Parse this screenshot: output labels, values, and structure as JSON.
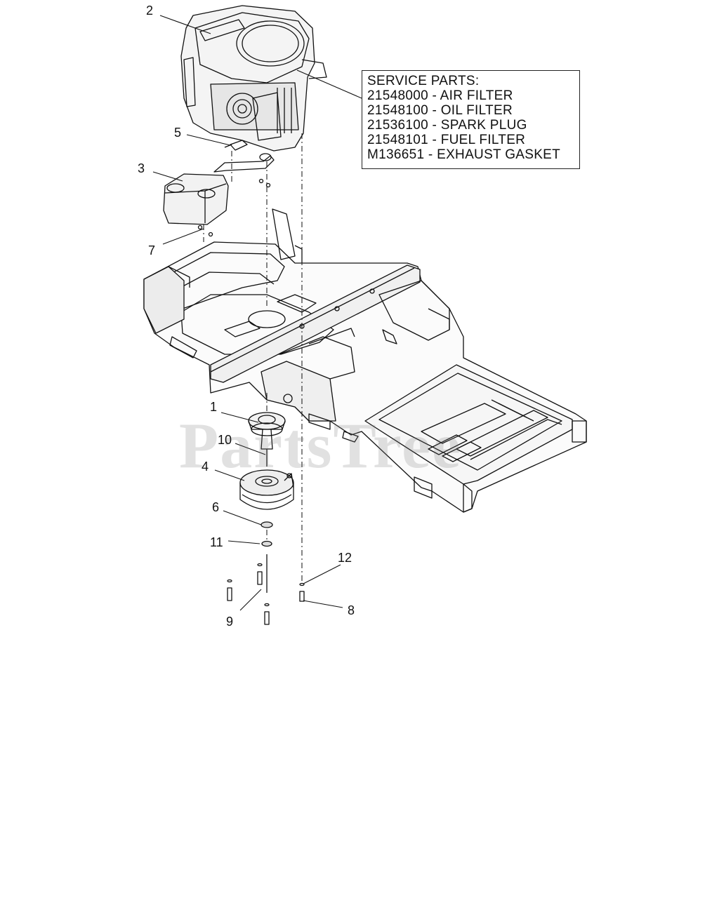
{
  "service_parts": {
    "heading": "SERVICE PARTS:",
    "items": [
      "21548000 - AIR FILTER",
      "21548100 - OIL FILTER",
      "21536100 - SPARK PLUG",
      "21548101 - FUEL FILTER",
      "M136651 - EXHAUST GASKET"
    ]
  },
  "callouts": [
    "1",
    "2",
    "3",
    "4",
    "5",
    "6",
    "7",
    "8",
    "9",
    "10",
    "11",
    "12"
  ],
  "watermark": "PartsTree"
}
